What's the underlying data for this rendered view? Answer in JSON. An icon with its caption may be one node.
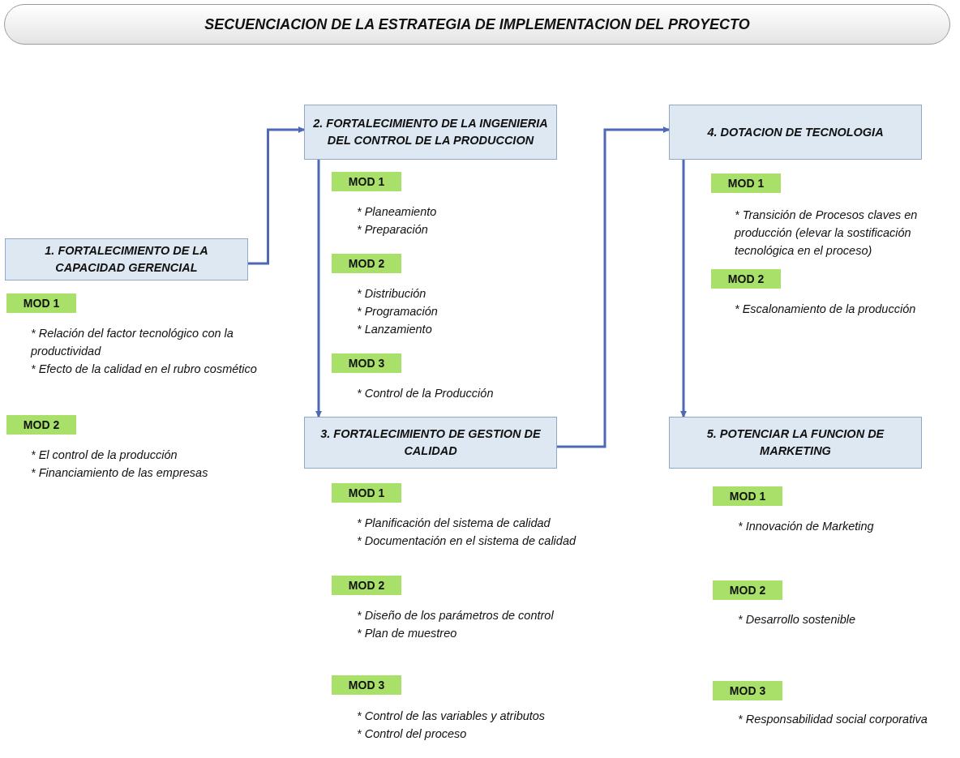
{
  "diagram": {
    "title": "SECUENCIACION DE LA ESTRATEGIA DE IMPLEMENTACION DEL PROYECTO",
    "nodes": [
      {
        "text": [
          "1. FORTALECIMIENTO DE LA CAPACIDAD GERENCIAL"
        ]
      },
      {
        "text": [
          "MOD 1"
        ],
        "beside": [
          "* Relación del factor tecnológico con la productividad",
          "* Efecto de la calidad en el rubro cosmético"
        ]
      },
      {
        "text": [
          "MOD 2"
        ],
        "beside": [
          "* El control de la producción",
          "* Financiamiento de las empresas"
        ]
      },
      {
        "text": [
          "2. FORTALECIMIENTO DE LA INGENIERIA DEL CONTROL DE LA PRODUCCION"
        ]
      },
      {
        "text": [
          "MOD 1"
        ],
        "beside": [
          "* Planeamiento",
          "* Preparación"
        ]
      },
      {
        "text": [
          "MOD 2"
        ],
        "beside": [
          "* Distribución",
          "* Programación",
          "* Lanzamiento"
        ]
      },
      {
        "text": [
          "MOD 3"
        ],
        "beside": [
          "* Control de la Producción"
        ]
      },
      {
        "text": [
          "3. FORTALECIMIENTO DE GESTION DE CALIDAD"
        ]
      },
      {
        "text": [
          "MOD 1"
        ],
        "beside": [
          "* Planificación del sistema de calidad",
          "* Documentación en el sistema de calidad"
        ]
      },
      {
        "text": [
          "MOD 2"
        ],
        "beside": [
          "* Diseño de los parámetros de control",
          "* Plan de muestreo"
        ]
      },
      {
        "text": [
          "MOD 3"
        ],
        "beside": [
          "* Control de las variables y atributos",
          "* Control del proceso"
        ]
      },
      {
        "text": [
          "4. DOTACION DE TECNOLOGIA"
        ]
      },
      {
        "text": [
          "MOD 1"
        ],
        "beside": [
          "* Transición de Procesos claves en producción (elevar la sostificación tecnológica en el proceso)"
        ]
      },
      {
        "text": [
          "MOD 2"
        ],
        "beside": [
          "* Escalonamiento de la producción"
        ]
      },
      {
        "text": [
          "5. POTENCIAR LA FUNCION DE MARKETING"
        ]
      },
      {
        "text": [
          "MOD 1"
        ],
        "beside": [
          "* Innovación de Marketing"
        ]
      },
      {
        "text": [
          "MOD 2"
        ],
        "beside": [
          "* Desarrollo sostenible"
        ]
      },
      {
        "text": [
          "MOD 3"
        ],
        "beside": [
          "* Responsabilidad social corporativa"
        ]
      }
    ],
    "edges": [
      {
        "from": 0,
        "to": 3,
        "arrow": "to"
      },
      {
        "from": 3,
        "to": 7,
        "arrow": "to"
      },
      {
        "from": 7,
        "to": 11,
        "arrow": "to"
      },
      {
        "from": 11,
        "to": 14,
        "arrow": "to"
      }
    ]
  }
}
